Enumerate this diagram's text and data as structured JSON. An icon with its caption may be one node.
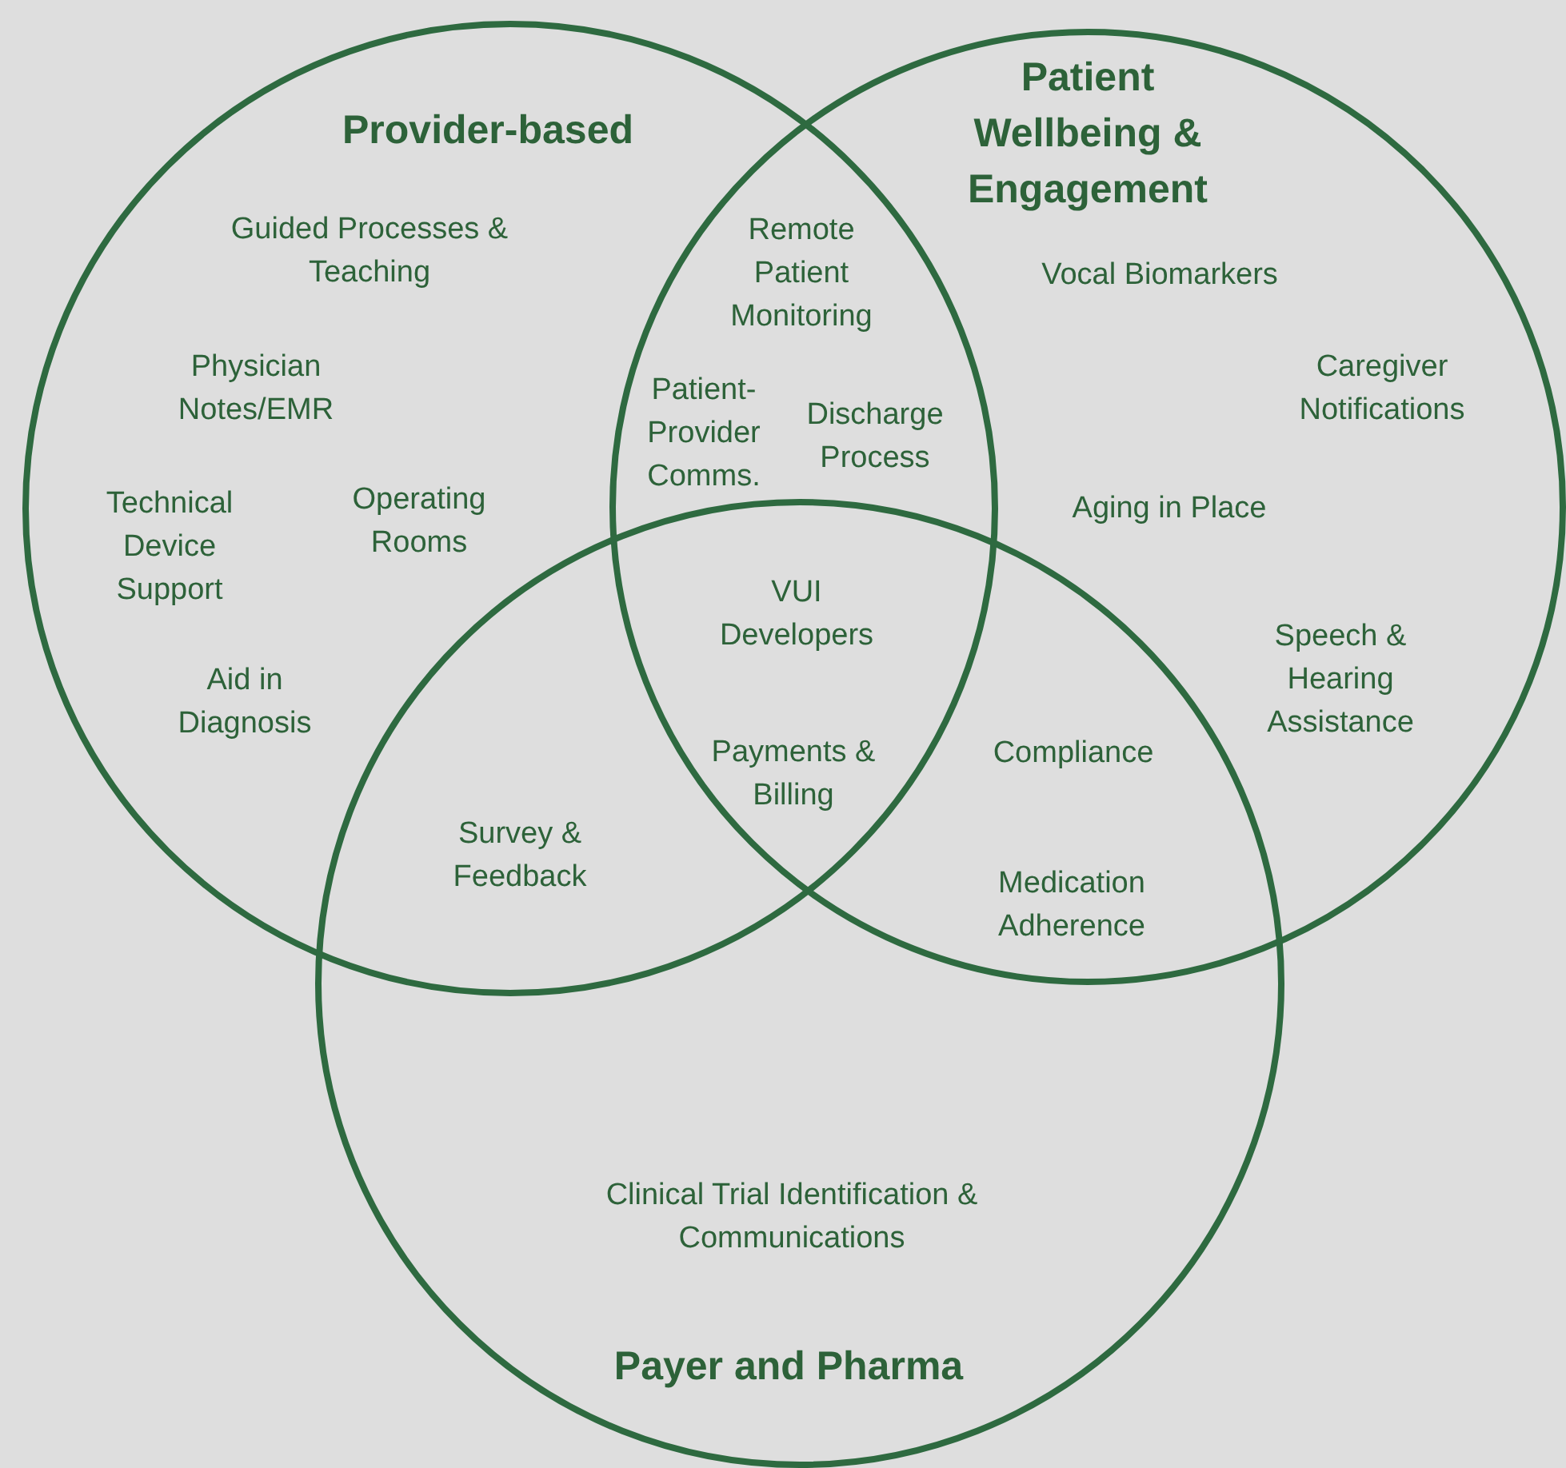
{
  "diagram": {
    "nodes": [
      {
        "text": [
          "Provider-based"
        ]
      },
      {
        "text": [
          "Patient Wellbeing & Engagement"
        ]
      },
      {
        "text": [
          "Payer and Pharma"
        ]
      }
    ],
    "edges": [],
    "labels": [
      "Guided Processes & Teaching",
      "Remote Patient Monitoring",
      "Vocal Biomarkers",
      "Physician Notes/EMR",
      "Caregiver Notifications",
      "Patient-Provider Comms.",
      "Discharge Process",
      "Aging in Place",
      "Technical Device Support",
      "Operating Rooms",
      "VUI Developers",
      "Speech & Hearing Assistance",
      "Aid in Diagnosis",
      "Compliance",
      "Payments & Billing",
      "Survey & Feedback",
      "Medication Adherence",
      "Clinical Trial Identification & Communications"
    ]
  }
}
